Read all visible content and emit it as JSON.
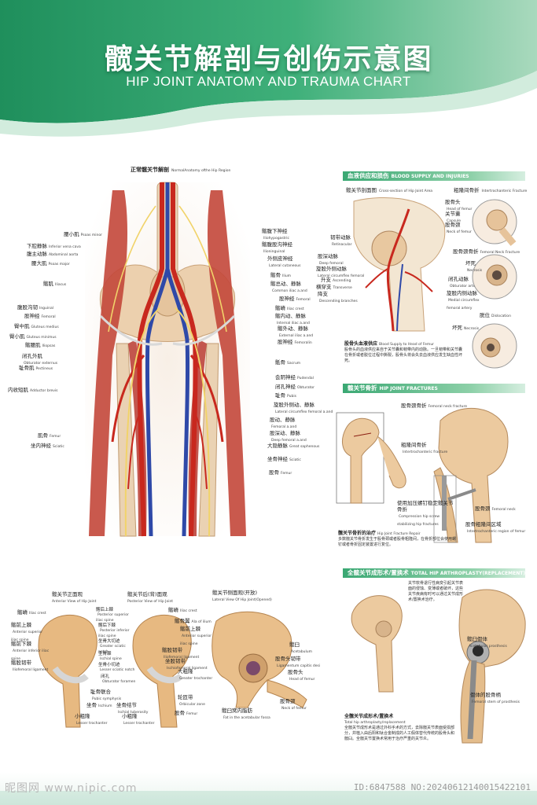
{
  "header": {
    "title_cn": "髋关节解剖与创伤示意图",
    "title_en": "HIP JOINT ANATOMY AND TRAUMA CHART"
  },
  "colors": {
    "brand_green": "#3aa873",
    "artery_red": "#c8281e",
    "vein_blue": "#2f49a8",
    "bone": "#e8b888",
    "muscle": "#c0453a"
  },
  "main_diagram": {
    "title": "正常髋关节解剖",
    "title_en": "NormalAnatomy ofthe Hip Region",
    "left_labels": [
      {
        "cn": "腰小肌",
        "en": "Psoas minor"
      },
      {
        "cn": "下腔静脉",
        "en": "Inferior vena cava"
      },
      {
        "cn": "腹主动脉",
        "en": "Abdominal aorta"
      },
      {
        "cn": "腰大肌",
        "en": "Psoas major"
      },
      {
        "cn": "髂肌",
        "en": "Iliacus"
      },
      {
        "cn": "腹股沟韧",
        "en": "Inguinal"
      },
      {
        "cn": "股神经",
        "en": "Femoral"
      },
      {
        "cn": "臀中肌",
        "en": "Gluteus medius"
      },
      {
        "cn": "臀小肌",
        "en": "Gluteus minimus"
      },
      {
        "cn": "髂腰肌",
        "en": "Iliopsas"
      },
      {
        "cn": "闭孔外肌",
        "en": "Obturator externus"
      },
      {
        "cn": "耻骨肌",
        "en": "Pectineus"
      },
      {
        "cn": "内收短肌",
        "en": "Adductor brevis"
      },
      {
        "cn": "肌骨",
        "en": "Femur"
      },
      {
        "cn": "坐内神经",
        "en": "Sciatic"
      }
    ],
    "right_labels": [
      {
        "cn": "髂腹下神经",
        "en": "Iliohypogastric"
      },
      {
        "cn": "髂腹股沟神经",
        "en": "Ilioninguinal"
      },
      {
        "cn": "外侧皮神经",
        "en": "Lateral cutaneous"
      },
      {
        "cn": "髂骨",
        "en": "Ilium"
      },
      {
        "cn": "髂总动、静脉",
        "en": "Common iliac a.and"
      },
      {
        "cn": "股神经",
        "en": "Femoral"
      },
      {
        "cn": "髂嵴",
        "en": "Iliac crest"
      },
      {
        "cn": "髂内动、静脉",
        "en": "Internal iliac a.and"
      },
      {
        "cn": "髂外动、静脉",
        "en": "External iliac a.and"
      },
      {
        "cn": "股神经",
        "en": "Femoralin"
      },
      {
        "cn": "骶骨",
        "en": "Sacrum"
      },
      {
        "cn": "会阴神经",
        "en": "Pudendal"
      },
      {
        "cn": "闭孔神经",
        "en": "Obturator"
      },
      {
        "cn": "耻骨",
        "en": "Pubis"
      },
      {
        "cn": "旋股外侧动、静脉",
        "en": "Lateral circumflex femoral a.and"
      },
      {
        "cn": "股动、静脉",
        "en": "Femoral a.and"
      },
      {
        "cn": "股深动、静脉",
        "en": "Deep femoral a.and"
      },
      {
        "cn": "大隐静脉",
        "en": "Great saphenous"
      },
      {
        "cn": "坐骨神经",
        "en": "Sciatic"
      },
      {
        "cn": "股骨",
        "en": "Femur"
      }
    ]
  },
  "blood_supply": {
    "bar_cn": "血液供应和损伤",
    "bar_en": "BLOOD SUPPLY AND INJURIES",
    "cross_title": "髋关节剖面图",
    "cross_title_en": "Cross-section of Hip Joint Area",
    "cross_labels": [
      {
        "cn": "韧带动脉",
        "en": "Retinacular"
      },
      {
        "cn": "股深动脉",
        "en": "Deep femoral"
      },
      {
        "cn": "旋股外侧动脉",
        "en": "Lateral circumflex femoral"
      },
      {
        "cn": "升支",
        "en": "Ascending"
      },
      {
        "cn": "横穿支",
        "en": "Transverse"
      },
      {
        "cn": "降支",
        "en": "Descending branches"
      },
      {
        "cn": "闭孔动脉",
        "en": "Obturator artery"
      },
      {
        "cn": "旋股内侧动脉",
        "en": "Medial circumflex femoral artery"
      }
    ],
    "intertroch_title": "粗隆间骨折",
    "intertroch_title_en": "Intertrochanteric Fracture",
    "right_labels": [
      {
        "cn": "股骨头",
        "en": "Head of femur"
      },
      {
        "cn": "关节囊",
        "en": "Capsule"
      },
      {
        "cn": "股骨颈",
        "en": "Neck of femur"
      },
      {
        "cn": "股骨颈骨折",
        "en": "Femoral Neck Fracture"
      },
      {
        "cn": "坏死",
        "en": "Necrosis"
      },
      {
        "cn": "脱位",
        "en": "Dislocation"
      },
      {
        "cn": "坏死",
        "en": "Necrosis"
      }
    ],
    "para_title": "股骨头血液供应",
    "para_title_en": "Blood Supply to Head of Femur",
    "para_text": "股骨头的血液供应来自于关节囊和韧带内的动脉。一旦韧带和关节囊在骨折或者脱位过程中撕裂，股骨头将会失去血液供应发生缺血性坏死。"
  },
  "fractures": {
    "bar_cn": "髋关节骨折",
    "bar_en": "HIP JOINT FRACTURES",
    "labels": [
      {
        "cn": "股骨颈骨折",
        "en": "Femoral neck fracture"
      },
      {
        "cn": "粗隆间骨折",
        "en": "Intertrochanteric fracture"
      },
      {
        "cn": "使用加压螺钉稳定髋关节骨折",
        "en": "Compression hip screw stabilizing hip fractures"
      },
      {
        "cn": "股骨颈",
        "en": "Femoral neck"
      },
      {
        "cn": "股骨粗隆间区域",
        "en": "Intertrochanteric region of femur"
      }
    ],
    "para_title": "髋关节骨折的治疗",
    "para_title_en": "Hip Joint Fracture Repair",
    "para_text": "多数髋关节骨折发生于股骨颈或者股骨粗隆间，在骨折部位会使用螺钉或者骨折固定装置进行复位。"
  },
  "bottom_left": {
    "front_title": "髋关节正面观",
    "front_title_en": "Anterior View of Hip Joint",
    "back_title": "髋关节后(背)面观",
    "back_title_en": "Posterior View of Hip Joint",
    "lateral_title": "髋关节侧面观(开放)",
    "lateral_title_en": "Lateral View Of Hip Joint(Opened)",
    "front_labels": [
      {
        "cn": "髂嵴",
        "en": "Iliac crest"
      },
      {
        "cn": "髂前上棘",
        "en": "Anterior superior iliac spine"
      },
      {
        "cn": "髂前下棘",
        "en": "Anterior inferior iliac spine"
      },
      {
        "cn": "髂股韧带",
        "en": "Iliofemoral ligament"
      },
      {
        "cn": "耻骨联合",
        "en": "Pubic symphysis"
      },
      {
        "cn": "坐骨",
        "en": "Ischium"
      },
      {
        "cn": "小粗隆",
        "en": "Lesser trochanter"
      }
    ],
    "mid_labels": [
      {
        "cn": "髂后上棘",
        "en": "Posterior superior iliac spine"
      },
      {
        "cn": "髂后下棘",
        "en": "Posterior inferior iliac spine"
      },
      {
        "cn": "坐骨大切迹",
        "en": "Greater sciatic notch"
      },
      {
        "cn": "坐骨棘",
        "en": "Ischial spine"
      },
      {
        "cn": "坐骨小切迹",
        "en": "Lesser sciatic notch"
      },
      {
        "cn": "闭孔",
        "en": "Obturator foramen"
      },
      {
        "cn": "坐骨结节",
        "en": "Ischial tuberosity"
      },
      {
        "cn": "小粗隆",
        "en": "Lesser trochanter"
      }
    ],
    "back_labels": [
      {
        "cn": "髂嵴",
        "en": "Iliac crest"
      },
      {
        "cn": "髂骨翼",
        "en": "Ala of ilium"
      },
      {
        "cn": "髂前上棘",
        "en": "Anterior superior iliac spine"
      },
      {
        "cn": "髂股韧带",
        "en": "Iliofemoral ligament"
      },
      {
        "cn": "坐股韧带",
        "en": "Ischiofemoral ligament"
      },
      {
        "cn": "大粗隆",
        "en": "Greater trochanter"
      },
      {
        "cn": "轮匝带",
        "en": "Orbicular zone"
      },
      {
        "cn": "股骨",
        "en": "Femur"
      }
    ],
    "lateral_labels": [
      {
        "cn": "髋臼",
        "en": "Acetabulum"
      },
      {
        "cn": "股骨头韧带",
        "en": "Ligamentum capitis desi"
      },
      {
        "cn": "股骨头",
        "en": "Head of femur"
      },
      {
        "cn": "髋臼窝内脂肪",
        "en": "Fat in the acetabular fossa"
      },
      {
        "cn": "股骨颈",
        "en": "Neck of femur"
      }
    ]
  },
  "arthroplasty": {
    "bar_cn": "全髋关节成形术/置换术",
    "bar_en": "TOTAL HIP ARTHROPLASTY(REPLACEMENT)",
    "top_text": "关节软骨退行性病变引起关节表面的侵蚀、变薄或者破坏，这些关节疾病有时可以通过关节成形术/置换术治疗。",
    "labels": [
      {
        "cn": "髋臼假体",
        "en": "Acetabular prosthesis"
      },
      {
        "cn": "假体的股骨柄",
        "en": "Femoral stem of prosthesis"
      }
    ],
    "para_title": "全髋关节成形术/置换术",
    "para_title_en": "Total hip arthroplasty/replacement",
    "para_text": "全髋关节成形术是通过外科手术的方式，去除髋关节表面受损部分，并植入由后阳和钛合金制成的人工假体替代传统的股骨头和髋臼。全髋关节置换术常用于治疗严重的关节炎。"
  },
  "footer": {
    "watermark_left": "昵图网 www.nipic.com",
    "watermark_right": "ID:6847588 NO:20240612140015422101"
  }
}
